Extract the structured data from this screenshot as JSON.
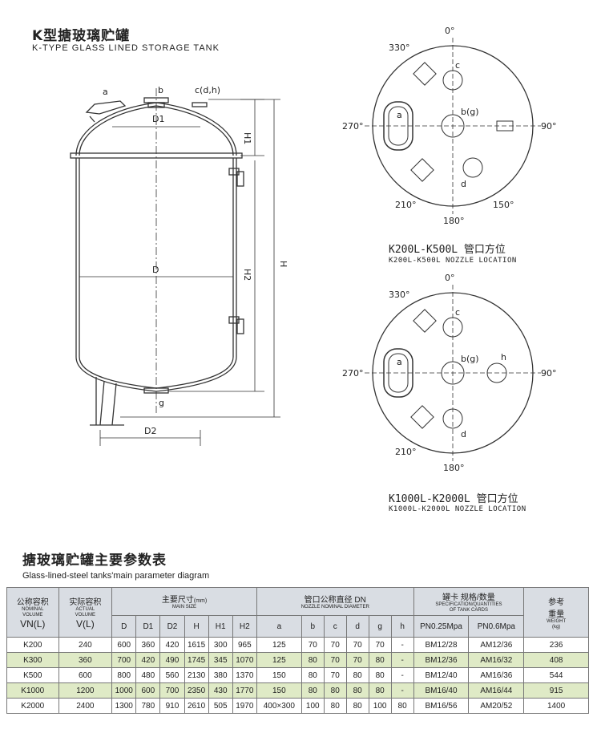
{
  "header": {
    "title_cn": "K型搪玻璃贮罐",
    "title_en": "K-TYPE GLASS LINED STORAGE TANK"
  },
  "tank_labels": {
    "a": "a",
    "b": "b",
    "c": "c(d,h)",
    "d1": "D1",
    "h1": "H1",
    "d": "D",
    "h2": "H2",
    "h": "H",
    "g": "g",
    "d2": "D2"
  },
  "nozzle_small": {
    "angles": {
      "a0": "0°",
      "a90": "90°",
      "a150": "150°",
      "a180": "180°",
      "a210": "210°",
      "a270": "270°",
      "a330": "330°"
    },
    "labels": {
      "a": "a",
      "bg": "b(g)",
      "c": "c",
      "d": "d"
    },
    "caption_cn": "K200L-K500L 管口方位",
    "caption_en": "K200L-K500L NOZZLE LOCATION"
  },
  "nozzle_large": {
    "angles": {
      "a0": "0°",
      "a90": "90°",
      "a180": "180°",
      "a210": "210°",
      "a270": "270°",
      "a330": "330°"
    },
    "labels": {
      "a": "a",
      "bg": "b(g)",
      "c": "c",
      "d": "d",
      "h": "h"
    },
    "caption_cn": "K1000L-K2000L 管口方位",
    "caption_en": "K1000L-K2000L NOZZLE LOCATION"
  },
  "table": {
    "title_cn": "搪玻璃贮罐主要参数表",
    "title_en": "Glass-lined-steel tanks'main parameter diagram",
    "head": {
      "nominal_cn": "公称容积",
      "nominal_en1": "NOMINAL",
      "nominal_en2": "VOLUME",
      "nominal_unit": "VN(L)",
      "actual_cn": "实际容积",
      "actual_en1": "ACTUAL",
      "actual_en2": "VOLUME",
      "actual_unit": "V(L)",
      "size_cn": "主要尺寸",
      "size_unit": "(mm)",
      "size_en": "MAIN SIZE",
      "nozzle_cn": "管口公称直径 DN",
      "nozzle_en": "NOZZLE NOMINAL DIAMETER",
      "spec_cn": "罐卡 规格/数量",
      "spec_en1": "SPECIFICATION/QUANTITIES",
      "spec_en2": "OF TANK CARDS",
      "weight_cn1": "参考",
      "weight_cn2": "重量",
      "weight_en": "WEIGHT",
      "weight_unit": "(kg)",
      "sub": [
        "D",
        "D1",
        "D2",
        "H",
        "H1",
        "H2",
        "a",
        "b",
        "c",
        "d",
        "g",
        "h",
        "PN0.25Mpa",
        "PN0.6Mpa"
      ]
    },
    "rows": [
      [
        "K200",
        "240",
        "600",
        "360",
        "420",
        "1615",
        "300",
        "965",
        "125",
        "70",
        "70",
        "70",
        "70",
        "-",
        "BM12/28",
        "AM12/36",
        "236"
      ],
      [
        "K300",
        "360",
        "700",
        "420",
        "490",
        "1745",
        "345",
        "1070",
        "125",
        "80",
        "70",
        "70",
        "80",
        "-",
        "BM12/36",
        "AM16/32",
        "408"
      ],
      [
        "K500",
        "600",
        "800",
        "480",
        "560",
        "2130",
        "380",
        "1370",
        "150",
        "80",
        "70",
        "80",
        "80",
        "-",
        "BM12/40",
        "AM16/36",
        "544"
      ],
      [
        "K1000",
        "1200",
        "1000",
        "600",
        "700",
        "2350",
        "430",
        "1770",
        "150",
        "80",
        "80",
        "80",
        "80",
        "-",
        "BM16/40",
        "AM16/44",
        "915"
      ],
      [
        "K2000",
        "2400",
        "1300",
        "780",
        "910",
        "2610",
        "505",
        "1970",
        "400×300",
        "100",
        "80",
        "80",
        "100",
        "80",
        "BM16/56",
        "AM20/52",
        "1400"
      ]
    ]
  }
}
